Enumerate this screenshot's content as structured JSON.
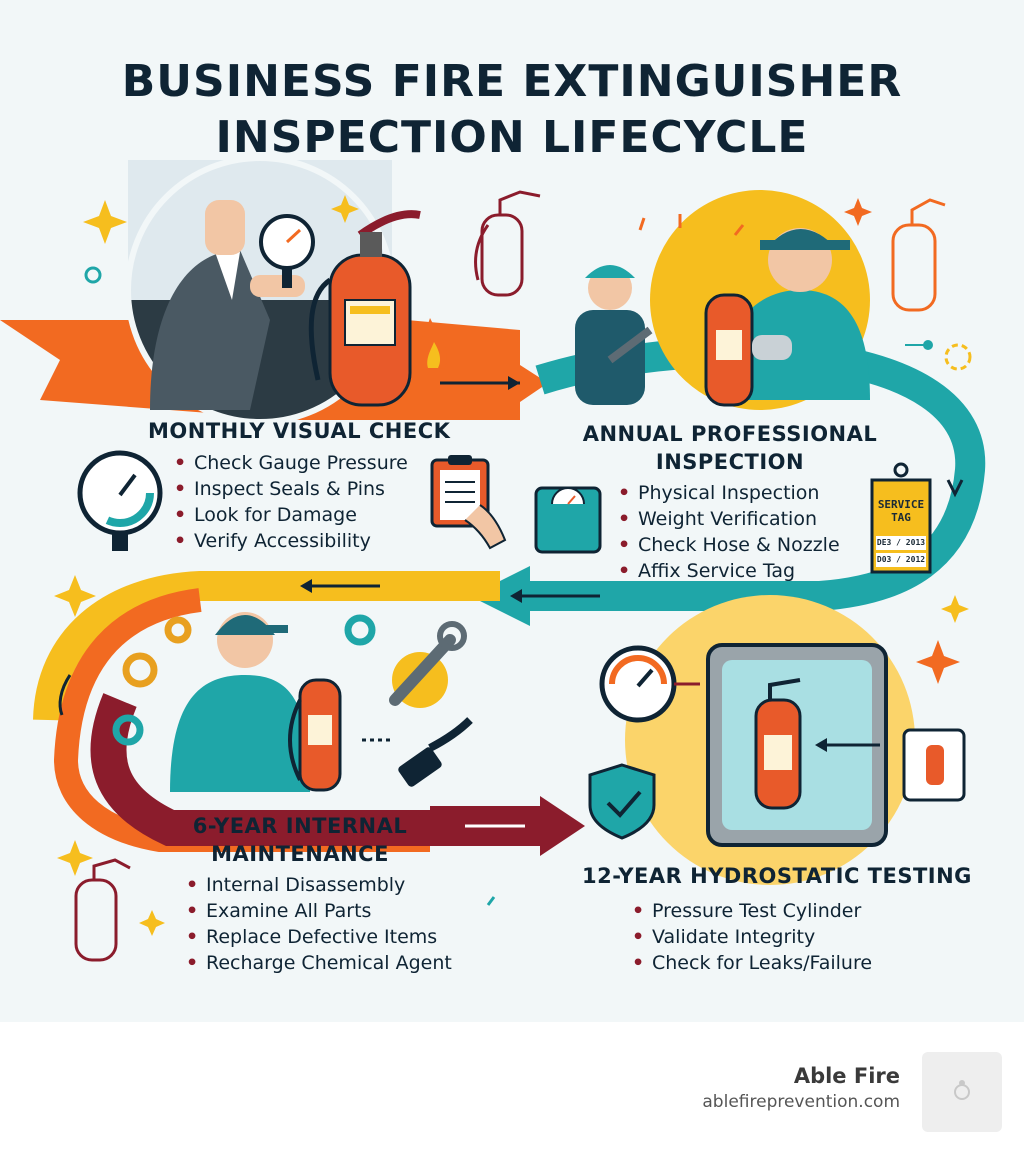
{
  "title_line1": "BUSINESS FIRE EXTINGUISHER",
  "title_line2": "INSPECTION LIFECYCLE",
  "colors": {
    "navy": "#0f2434",
    "orange": "#f26a21",
    "teal": "#1fa6a8",
    "yellow": "#f6be1e",
    "maroon": "#8b1c2c",
    "red_cylinder": "#e85a2a"
  },
  "stages": {
    "monthly": {
      "heading": "MONTHLY VISUAL CHECK",
      "items": [
        "Check Gauge Pressure",
        "Inspect Seals & Pins",
        "Look for Damage",
        "Verify Accessibility"
      ],
      "icons": [
        "gauge-icon",
        "clipboard-icon",
        "extinguisher-icon",
        "flame-icon"
      ]
    },
    "annual": {
      "heading_line1": "ANNUAL PROFESSIONAL",
      "heading_line2": "INSPECTION",
      "items": [
        "Physical Inspection",
        "Weight Verification",
        "Check Hose & Nozzle",
        "Affix Service Tag"
      ],
      "icons": [
        "scale-icon",
        "service-tag-icon",
        "technician-icon"
      ],
      "tag": {
        "line1": "SERVICE",
        "line2": "TAG",
        "row1": "DE3  /  2013",
        "row2": "D03  /  2012"
      }
    },
    "six_year": {
      "heading_line1": "6-YEAR INTERNAL",
      "heading_line2": "MAINTENANCE",
      "items": [
        "Internal Disassembly",
        "Examine All Parts",
        "Replace Defective Items",
        "Recharge Chemical Agent"
      ],
      "icons": [
        "gear-icon",
        "wrench-icon",
        "nozzle-icon"
      ]
    },
    "twelve_year": {
      "heading": "12-YEAR HYDROSTATIC TESTING",
      "items": [
        "Pressure Test Cylinder",
        "Validate Integrity",
        "Check for Leaks/Failure"
      ],
      "icons": [
        "pressure-gauge-icon",
        "shield-check-icon",
        "test-chamber-icon"
      ]
    }
  },
  "footer": {
    "brand": "Able Fire",
    "url": "ablefireprevention.com"
  }
}
